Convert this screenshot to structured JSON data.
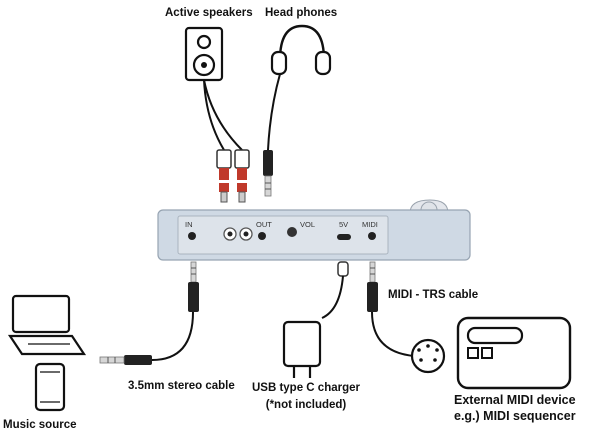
{
  "labels": {
    "active_speakers": "Active speakers",
    "head_phones": "Head phones",
    "midi_trs_cable": "MIDI - TRS cable",
    "stereo_cable": "3.5mm stereo cable",
    "usb_charger_line1": "USB type C charger",
    "usb_charger_line2": "(*not included)",
    "music_source": "Music source",
    "external_midi_line1": "External MIDI device",
    "external_midi_line2": "e.g.) MIDI sequencer"
  },
  "ports": {
    "in": "IN",
    "out": "OUT",
    "vol": "VOL",
    "power": "5V",
    "midi": "MIDI"
  }
}
